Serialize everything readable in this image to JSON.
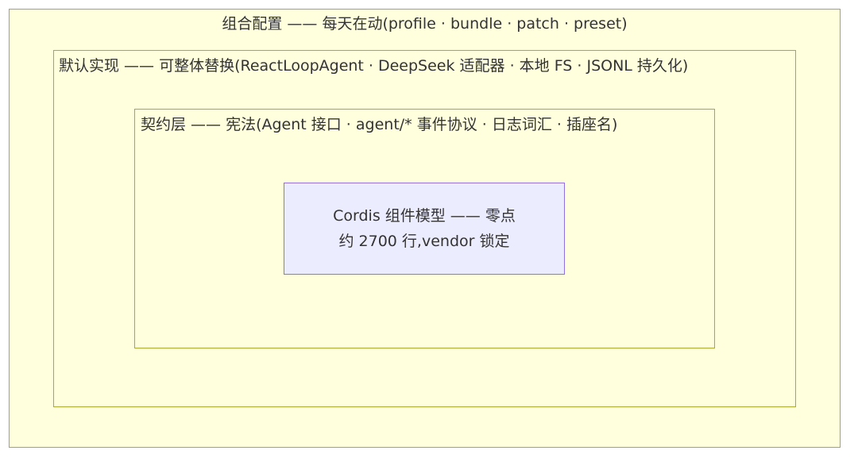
{
  "diagram": {
    "layers": {
      "outer": {
        "title": "组合配置 —— 每天在动(profile · bundle · patch · preset)"
      },
      "mid": {
        "title": "默认实现 —— 可整体替换(ReactLoopAgent · DeepSeek 适配器 · 本地 FS · JSONL 持久化)"
      },
      "inner": {
        "title": "契约层 —— 宪法(Agent 接口 · agent/* 事件协议 · 日志词汇 · 插座名)"
      }
    },
    "core": {
      "line1": "Cordis 组件模型 —— 零点",
      "line2": "约 2700 行,vendor 锁定"
    },
    "colors": {
      "cluster_fill": "#ffffde",
      "cluster_border": "#aaaa33",
      "node_fill": "#ececff",
      "node_border": "#9370db",
      "text": "#333333"
    }
  }
}
